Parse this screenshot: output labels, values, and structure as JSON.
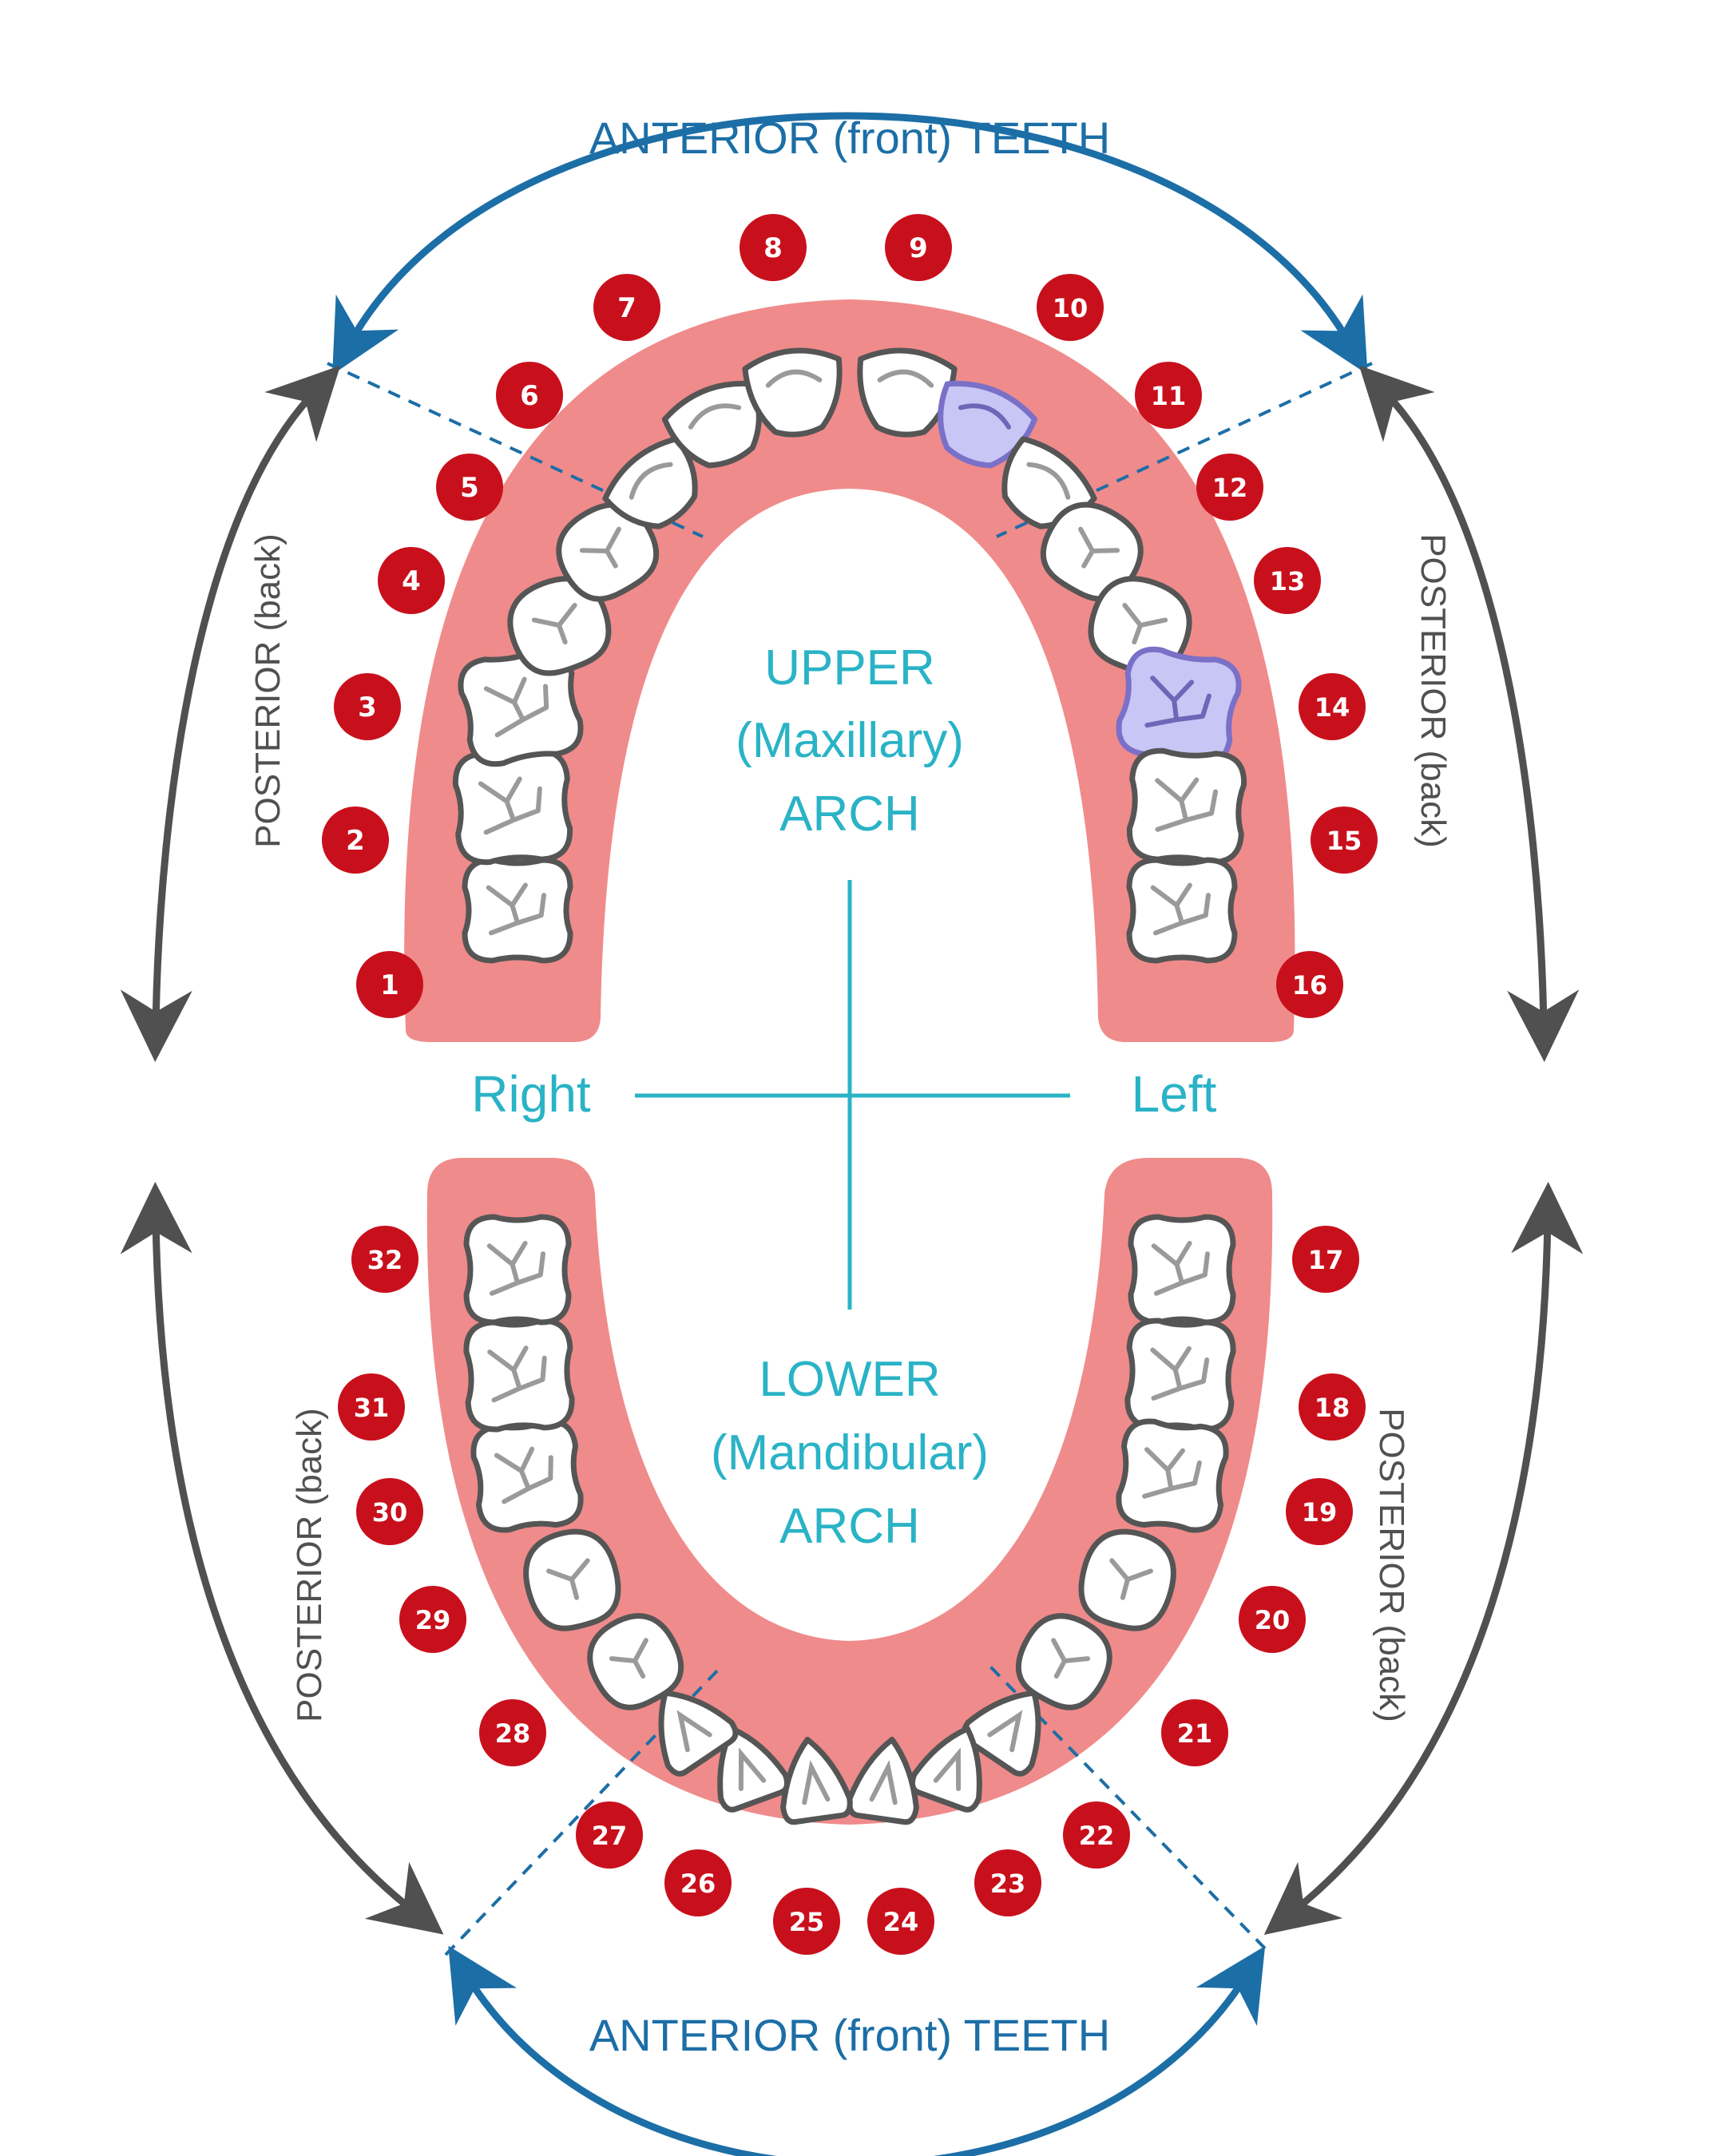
{
  "labels": {
    "anterior_top": "ANTERIOR (front) TEETH",
    "anterior_bottom": "ANTERIOR (front) TEETH",
    "posterior_upper_left": "POSTERIOR (back)",
    "posterior_upper_right": "POSTERIOR (back)",
    "posterior_lower_left": "POSTERIOR (back)",
    "posterior_lower_right": "POSTERIOR (back)",
    "upper_arch_line1": "UPPER",
    "upper_arch_line2": "(Maxillary)",
    "upper_arch_line3": "ARCH",
    "lower_arch_line1": "LOWER",
    "lower_arch_line2": "(Mandibular)",
    "lower_arch_line3": "ARCH",
    "right": "Right",
    "left": "Left"
  },
  "tooth_numbers": [
    "1",
    "2",
    "3",
    "4",
    "5",
    "6",
    "7",
    "8",
    "9",
    "10",
    "11",
    "12",
    "13",
    "14",
    "15",
    "16",
    "17",
    "18",
    "19",
    "20",
    "21",
    "22",
    "23",
    "24",
    "25",
    "26",
    "27",
    "28",
    "29",
    "30",
    "31",
    "32"
  ],
  "highlighted_teeth": [
    "10",
    "14"
  ],
  "colors": {
    "gum": "#f08b8b",
    "tooth_outline": "#555555",
    "highlight": "#c8c6f5",
    "number_circle": "#c8101c",
    "anterior_arrow": "#1c6ea6",
    "posterior_arrow": "#505050",
    "arch_text": "#2ab3c6"
  }
}
